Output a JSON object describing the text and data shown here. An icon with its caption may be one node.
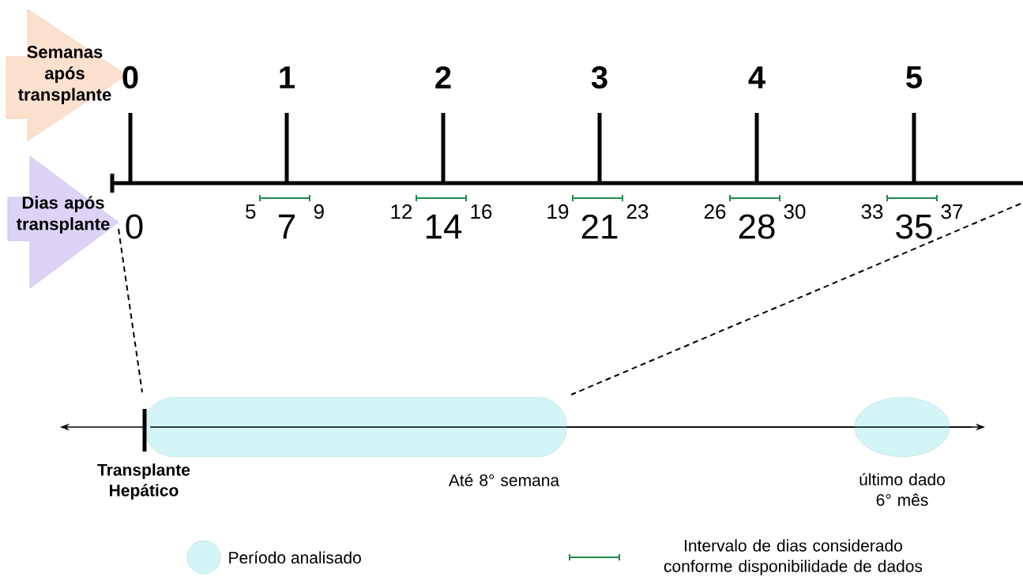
{
  "diagram": {
    "nodes": [
      {
        "text": [
          "Semanas após transplante"
        ]
      },
      {
        "text": [
          "Dias após transplante"
        ]
      },
      {
        "text": [],
        "shape": "box",
        "beside": [
          "Até 8° semana"
        ]
      },
      {
        "text": [],
        "shape": "ellipse",
        "beside": [
          "último dado 6° mês"
        ]
      }
    ],
    "labels": [
      "0",
      "1",
      "2",
      "3",
      "4",
      "5",
      "0",
      "5",
      "7",
      "9",
      "12",
      "14",
      "16",
      "19",
      "21",
      "23",
      "26",
      "28",
      "30",
      "33",
      "35",
      "37",
      "Transplante Hepático"
    ],
    "legend": [
      {
        "text": "Período analisado",
        "color": "#d3f5f5"
      },
      {
        "text": "Intervalo de dias considerado conforme disponibilidade de dados"
      }
    ]
  }
}
